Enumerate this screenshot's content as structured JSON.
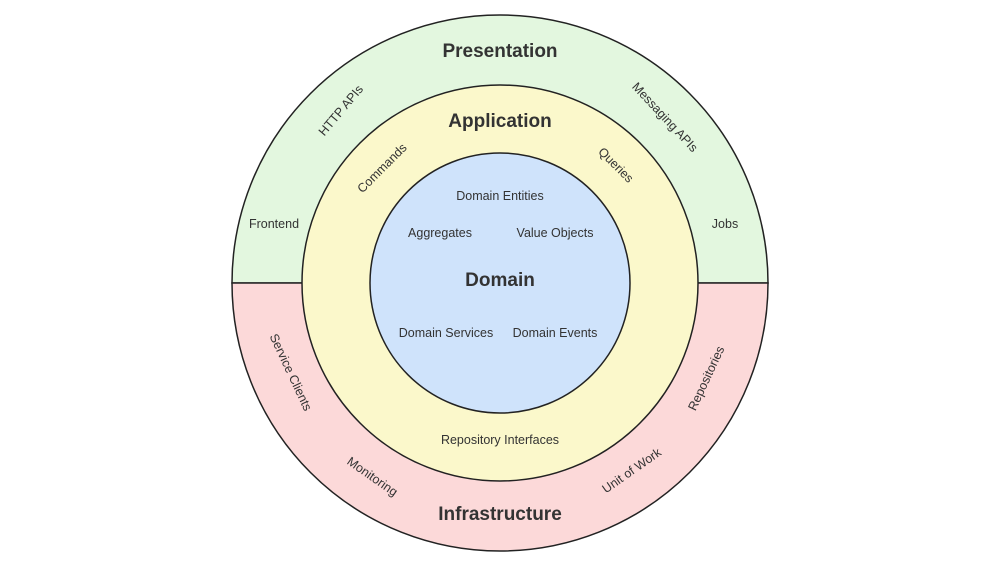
{
  "colors": {
    "presentation": "#e3f7df",
    "infrastructure": "#fcd9d9",
    "application": "#fbf8cb",
    "domain": "#cfe3fb"
  },
  "presentation": {
    "title": "Presentation",
    "items": [
      "Frontend",
      "HTTP APIs",
      "Messaging APIs",
      "Jobs"
    ]
  },
  "infrastructure": {
    "title": "Infrastructure",
    "items": [
      "Service Clients",
      "Monitoring",
      "Unit of Work",
      "Repositories"
    ]
  },
  "application": {
    "title": "Application",
    "items": [
      "Commands",
      "Queries",
      "Repository Interfaces"
    ]
  },
  "domain": {
    "title": "Domain",
    "items": [
      "Domain Entities",
      "Aggregates",
      "Value Objects",
      "Domain Services",
      "Domain Events"
    ]
  }
}
